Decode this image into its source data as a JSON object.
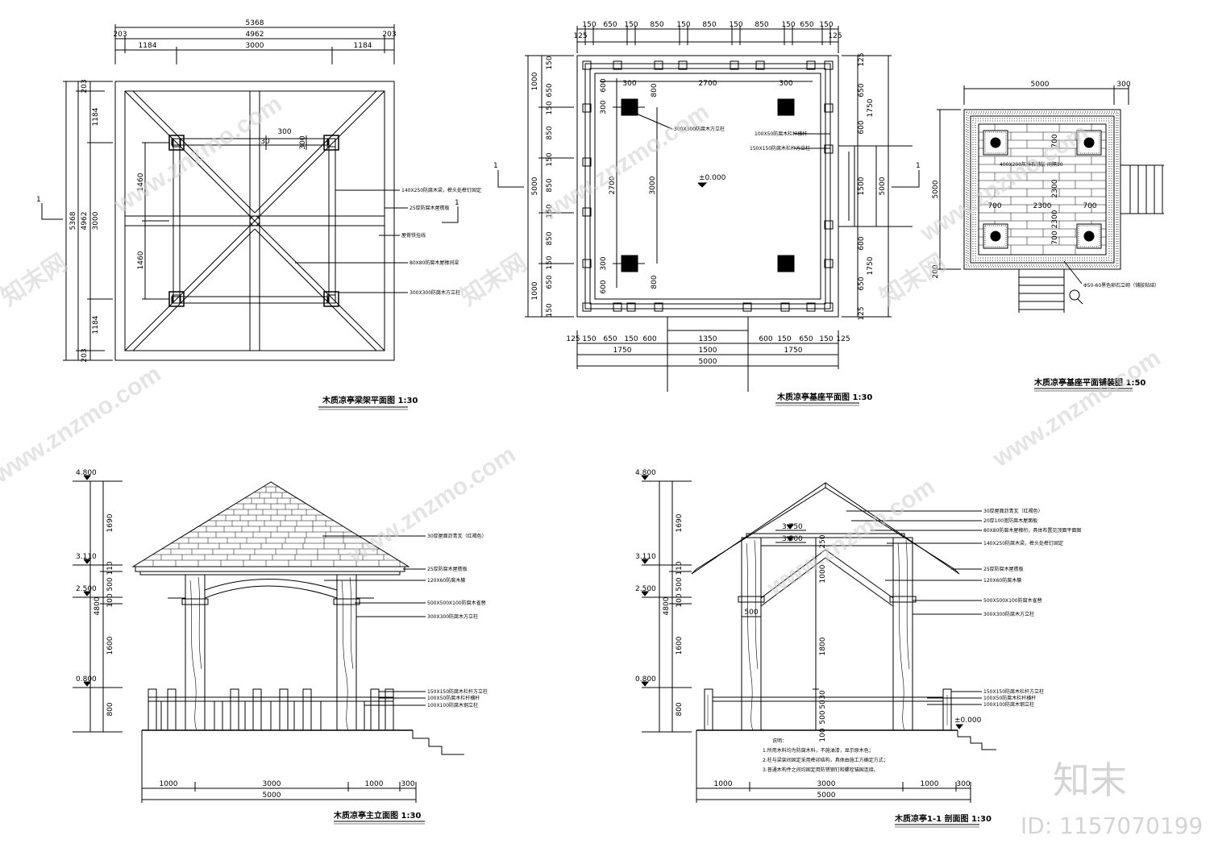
{
  "drawings": {
    "roof_plan": {
      "title": "木质凉亭梁架平面图 1:30",
      "section_mark": "1",
      "dims_top": [
        "5368",
        "4962",
        "203",
        "203",
        "1184",
        "3000",
        "1184"
      ],
      "dims_left": [
        "5368",
        "4962",
        "3000",
        "203",
        "1184",
        "1184",
        "203"
      ],
      "dims_inner": [
        "1460",
        "1460",
        "300",
        "300",
        "30"
      ],
      "notes": [
        "140X250防腐木梁，榫头处榫钉固定",
        "25厚防腐木屋檐板",
        "屋脊铁挂线",
        "80X80防腐木屋椽间梁",
        "300X300防腐木方立柱"
      ]
    },
    "base_plan": {
      "title": "木质凉亭基座平面图 1:30",
      "section_mark": "1",
      "dims_top": [
        "150",
        "650",
        "150",
        "850",
        "150",
        "850",
        "150",
        "850",
        "150",
        "650",
        "150",
        "125",
        "125"
      ],
      "dims_left": [
        "1000",
        "650",
        "850",
        "850",
        "5000",
        "850",
        "650",
        "1000",
        "150",
        "150",
        "150",
        "150",
        "150",
        "150"
      ],
      "dims_right": [
        "125",
        "650",
        "1750",
        "600",
        "1500",
        "5000",
        "600",
        "1750",
        "650",
        "125"
      ],
      "dims_bottom": [
        "125",
        "150",
        "650",
        "150",
        "600",
        "1350",
        "600",
        "150",
        "650",
        "150",
        "125",
        "1750",
        "1500",
        "1750",
        "5000"
      ],
      "dims_inner": [
        "300",
        "2700",
        "300",
        "600",
        "800",
        "2700",
        "3000",
        "800",
        "300",
        "300",
        "600"
      ],
      "level": "±0.000",
      "notes": [
        "300X300防腐木方立柱",
        "100X50防腐木栏杆横杆",
        "150X150防腐木栏杆方立柱"
      ]
    },
    "paving_plan": {
      "title": "木质凉亭基座平面铺装图 1:50",
      "dims": [
        "5000",
        "300",
        "5000",
        "200",
        "2300",
        "700",
        "2300",
        "700",
        "700",
        "2300",
        "700"
      ],
      "notes": [
        "400X200灰麻石铺装  间隔10",
        "Φ50-60黑色卵石立砌（铺胶粘结）"
      ]
    },
    "front_elevation": {
      "title": "木质凉亭主立面图  1:30",
      "levels": [
        "4.800",
        "3.110",
        "2.500",
        "0.800"
      ],
      "dims_left": [
        "1690",
        "110",
        "500",
        "4800",
        "100",
        "1600",
        "800"
      ],
      "dims_bottom": [
        "1000",
        "3000",
        "1000",
        "300",
        "5000"
      ],
      "notes": [
        "30厚屋面沥青瓦（红褐色）",
        "25厚防腐木屋檐板",
        "120X60防腐木檩",
        "500X500X100防腐木雀替",
        "300X300防腐木方立柱",
        "150X150防腐木栏杆方立柱",
        "100X50防腐木栏杆横杆",
        "100X100防腐木钢立柱"
      ]
    },
    "section": {
      "title": "木质凉亭1-1 剖面图 1:30",
      "levels": [
        "4.800",
        "3.750",
        "3.500",
        "3.110",
        "2.500",
        "0.800",
        "±0.000"
      ],
      "dims_left": [
        "1690",
        "110",
        "500",
        "4800",
        "100",
        "1600",
        "800"
      ],
      "dims_inner": [
        "250",
        "1000",
        "500",
        "1800",
        "30",
        "50",
        "500",
        "100"
      ],
      "dims_bottom": [
        "1000",
        "3000",
        "1000",
        "300",
        "5000"
      ],
      "notes": [
        "30厚屋面沥青瓦（红褐色）",
        "20厚100宽防腐木屋面板",
        "80X80防腐木屋椽桁，具体布置见顶面平面图",
        "140X250防腐木梁，榫头处榫钉固定",
        "25厚防腐木屋檐板",
        "120X60防腐木檩",
        "500X500X100防腐木雀替",
        "300X300防腐木方立柱",
        "150X150防腐木栏杆方立柱",
        "100X50防腐木栏杆横杆",
        "100X100防腐木钢立柱"
      ],
      "remarks_title": "说明：",
      "remarks": [
        "1.所用木料均为防腐木料，不施油漆，显示原木色；",
        "2.柱与梁架间固定采用榫卯结构，具体由施工方确定方式；",
        "3.普通木构件之间均固定用防锈钢钉和螺栓锚固连接。"
      ]
    }
  },
  "watermark": {
    "site": "www.znzmo.com",
    "brand_cn": "知末网",
    "brand": "知末",
    "id": "ID: 1157070199"
  }
}
